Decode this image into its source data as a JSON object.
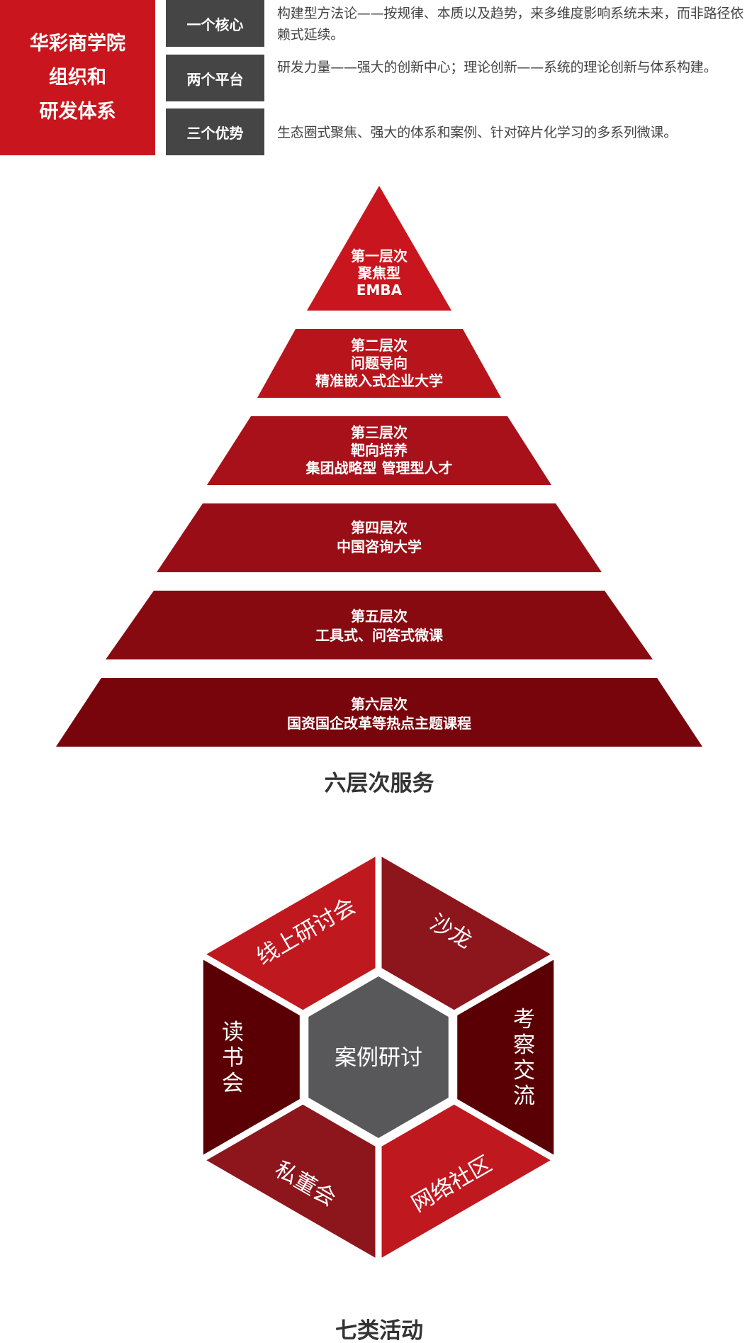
{
  "header": {
    "brand_lines": [
      "华彩商学院",
      "组织和",
      "研发体系"
    ],
    "rows": [
      {
        "tag": "一个核心",
        "text": "构建型方法论——按规律、本质以及趋势，来多维度影响系统未来，而非路径依赖式延续。"
      },
      {
        "tag": "两个平台",
        "text": "研发力量——强大的创新中心；理论创新——系统的理论创新与体系构建。"
      },
      {
        "tag": "三个优势",
        "text": "生态圈式聚焦、强大的体系和案例、针对碎片化学习的多系列微课。"
      }
    ]
  },
  "pyramid": {
    "caption": "六层次服务",
    "layers": [
      {
        "lines": [
          "第一层次",
          "聚焦型",
          "EMBA"
        ],
        "color": "#c9161e"
      },
      {
        "lines": [
          "第二层次",
          "问题导向",
          "精准嵌入式企业大学"
        ],
        "color": "#b8141c"
      },
      {
        "lines": [
          "第三层次",
          "靶向培养",
          "集团战略型  管理型人才"
        ],
        "color": "#a8111a"
      },
      {
        "lines": [
          "第四层次",
          "中国咨询大学"
        ],
        "color": "#990e16"
      },
      {
        "lines": [
          "第五层次",
          "工具式、问答式微课"
        ],
        "color": "#880a11"
      },
      {
        "lines": [
          "第六层次",
          "国资国企改革等热点主题课程"
        ],
        "color": "#78050b"
      }
    ]
  },
  "hexagon": {
    "caption": "七类活动",
    "center": {
      "label": "案例研讨",
      "color": "#58585a"
    },
    "segments": [
      {
        "label": "线上研讨会",
        "color": "#c0181f"
      },
      {
        "label": "沙龙",
        "color": "#8d151c"
      },
      {
        "label": "考察交流",
        "color": "#5a0004"
      },
      {
        "label": "网络社区",
        "color": "#c0181f"
      },
      {
        "label": "私董会",
        "color": "#8d151c"
      },
      {
        "label": "读书会",
        "color": "#5a0004"
      }
    ]
  }
}
